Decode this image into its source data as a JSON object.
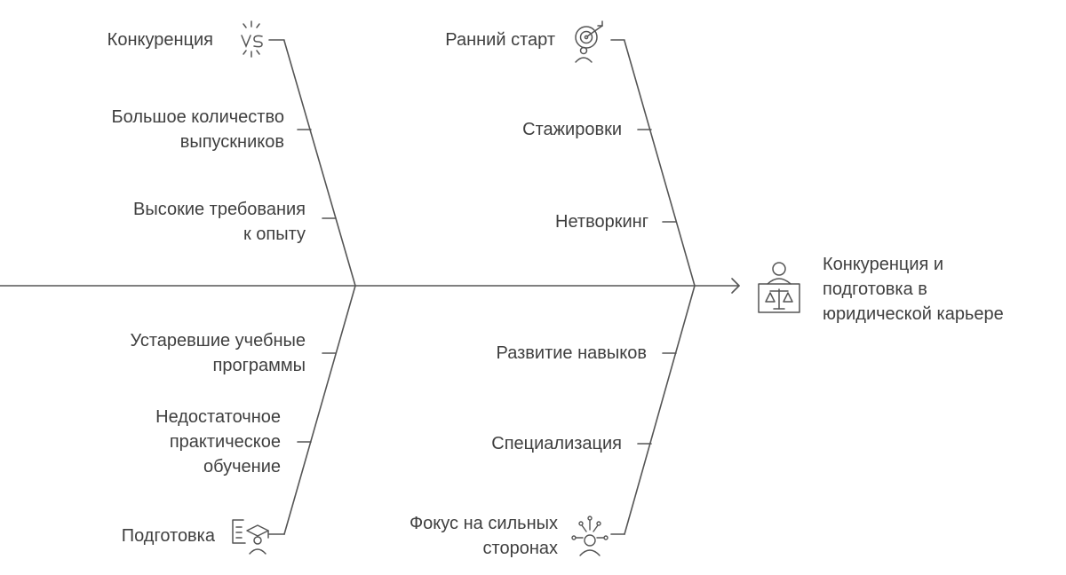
{
  "head": {
    "lines": [
      "Конкуренция и",
      "подготовка в",
      "юридической карьере"
    ],
    "icon": "lawyer-scales-icon"
  },
  "branches": {
    "competition": {
      "title": "Конкуренция",
      "icon": "vs-icon",
      "causes": [
        [
          "Большое количество",
          "выпускников"
        ],
        [
          "Высокие требования",
          "к опыту"
        ]
      ]
    },
    "early_start": {
      "title": "Ранний старт",
      "icon": "target-person-icon",
      "causes": [
        [
          "Стажировки"
        ],
        [
          "Нетворкинг"
        ]
      ]
    },
    "preparation": {
      "title": "Подготовка",
      "icon": "graduate-document-icon",
      "causes": [
        [
          "Устаревшие учебные",
          "программы"
        ],
        [
          "Недостаточное",
          "практическое",
          "обучение"
        ]
      ]
    },
    "focus": {
      "title": [
        "Фокус на сильных",
        "сторонах"
      ],
      "icon": "person-network-icon",
      "causes": [
        [
          "Развитие навыков"
        ],
        [
          "Специализация"
        ]
      ]
    }
  },
  "colors": {
    "line": "#555555",
    "text": "#3f3f3f"
  }
}
